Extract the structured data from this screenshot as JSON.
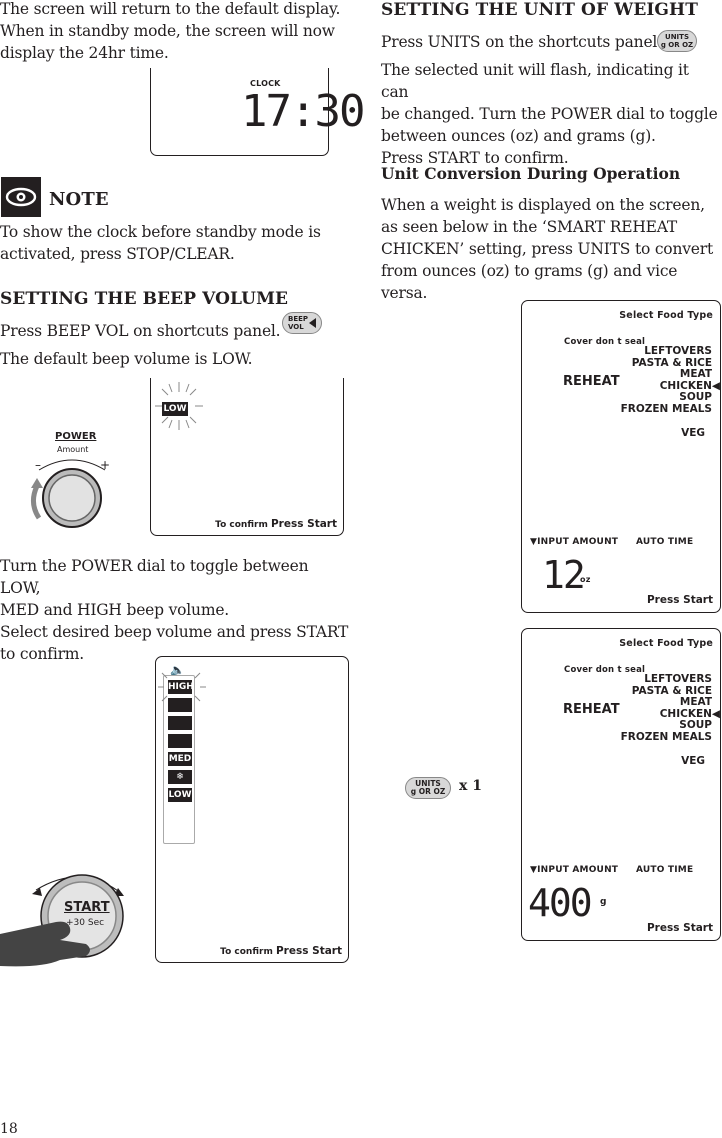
{
  "left": {
    "intro": [
      "The screen will return to the default display.",
      "When in standby mode, the screen will now",
      "display the 24hr time."
    ],
    "clock_display": {
      "label": "CLOCK",
      "time": "17:30"
    },
    "note": {
      "title": "NOTE",
      "text": [
        "To show the clock before standby mode is",
        "activated, press STOP/CLEAR."
      ]
    },
    "beep": {
      "heading": "SETTING THE BEEP VOLUME",
      "instruction": "Press BEEP VOL on shortcuts panel.",
      "button_line1": "BEEP",
      "button_line2": "VOL",
      "default_text": "The default beep volume is LOW.",
      "dial_label": "POWER",
      "dial_sublabel": "Amount",
      "dial_minus": "–",
      "dial_plus": "+",
      "display_level": "LOW",
      "confirm_small": "To confirm",
      "confirm_big": "Press Start",
      "turn_text": [
        "Turn the POWER dial to toggle between LOW,",
        "MED and HIGH beep volume.",
        "Select desired beep volume and press START",
        "to confirm."
      ],
      "bar_levels": [
        "HIGH",
        "",
        "",
        "",
        "MED",
        "❄",
        "LOW"
      ],
      "start_label": "START",
      "start_sub": "+30 Sec",
      "confirm2_small": "To confirm",
      "confirm2_big": "Press Start"
    },
    "page_number": "18"
  },
  "right": {
    "units": {
      "heading": "SETTING THE UNIT OF WEIGHT",
      "instruction": "Press UNITS on the shortcuts panel.",
      "button_line1": "UNITS",
      "button_line2": "g OR OZ",
      "text": [
        "The selected unit will flash, indicating it can",
        "be changed. Turn the POWER dial to toggle",
        "between ounces (oz) and grams (g).",
        "Press START to confirm."
      ],
      "sub_heading": "Unit Conversion During Operation",
      "conversion_text": [
        "When a weight is displayed on the screen,",
        "as seen below in the ‘SMART REHEAT",
        "CHICKEN’ setting, press UNITS to convert",
        "from ounces (oz) to grams (g) and vice versa."
      ],
      "press_count": "x 1"
    },
    "displays": [
      {
        "select_label": "Select Food Type",
        "cover_label": "Cover  don t seal",
        "mode": "REHEAT",
        "foods": [
          "LEFTOVERS",
          "PASTA & RICE",
          "MEAT",
          "CHICKEN",
          "SOUP",
          "FROZEN MEALS"
        ],
        "selected_food": "CHICKEN",
        "veg": "VEG",
        "input_label": "INPUT AMOUNT",
        "auto_label": "AUTO TIME",
        "value": "12",
        "unit": "oz",
        "press": "Press Start"
      },
      {
        "select_label": "Select Food Type",
        "cover_label": "Cover  don t seal",
        "mode": "REHEAT",
        "foods": [
          "LEFTOVERS",
          "PASTA & RICE",
          "MEAT",
          "CHICKEN",
          "SOUP",
          "FROZEN MEALS"
        ],
        "selected_food": "CHICKEN",
        "veg": "VEG",
        "input_label": "INPUT AMOUNT",
        "auto_label": "AUTO TIME",
        "value": "400",
        "unit": "g",
        "press": "Press Start"
      }
    ]
  }
}
